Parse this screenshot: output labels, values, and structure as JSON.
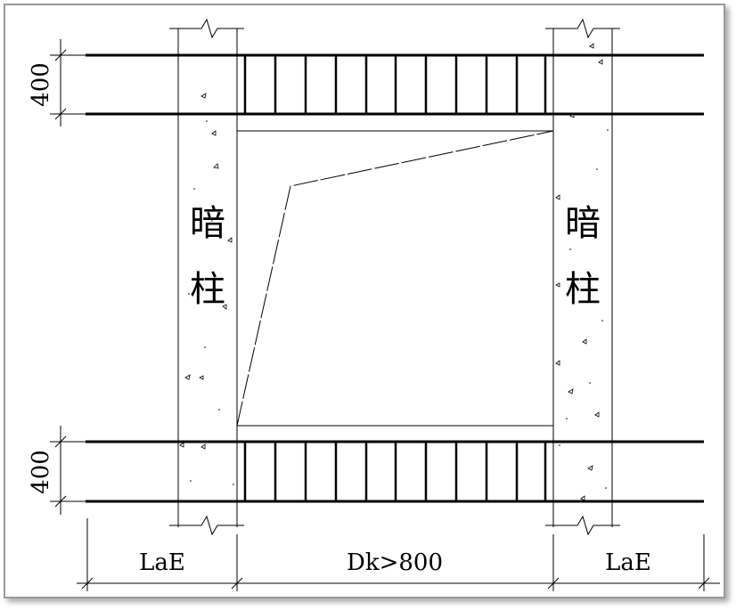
{
  "labels": {
    "column_left_1": "暗",
    "column_left_2": "柱",
    "column_right_1": "暗",
    "column_right_2": "柱"
  },
  "dimensions": {
    "top_height": "400",
    "bottom_height": "400",
    "left_width": "LaE",
    "middle_width": "Dk>800",
    "right_width": "LaE"
  },
  "colors": {
    "line": "#000000",
    "frame_border": "#9a9a9a",
    "background": "#ffffff"
  }
}
